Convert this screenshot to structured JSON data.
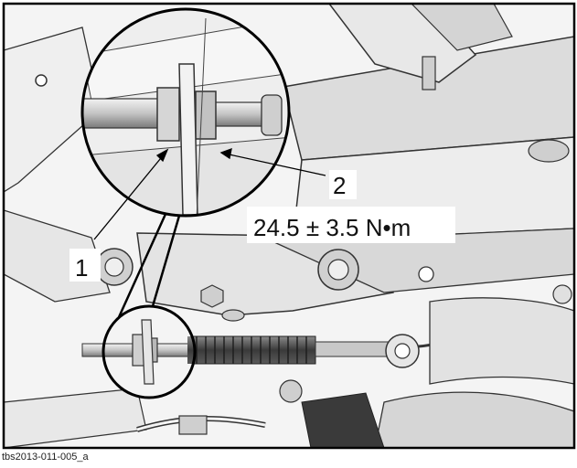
{
  "diagram": {
    "callouts": [
      {
        "id": "1",
        "label": "1"
      },
      {
        "id": "2",
        "label": "2"
      }
    ],
    "torque_spec": "24.5 ± 3.5 N•m"
  },
  "caption": "tbs2013-011-005_a",
  "colors": {
    "frame": "#000000",
    "background": "#f4f4f4",
    "metal_light": "#e0e0e0",
    "metal_mid": "#b5b5b5",
    "metal_dark": "#6e6e6e",
    "label_box": "#ffffff"
  }
}
